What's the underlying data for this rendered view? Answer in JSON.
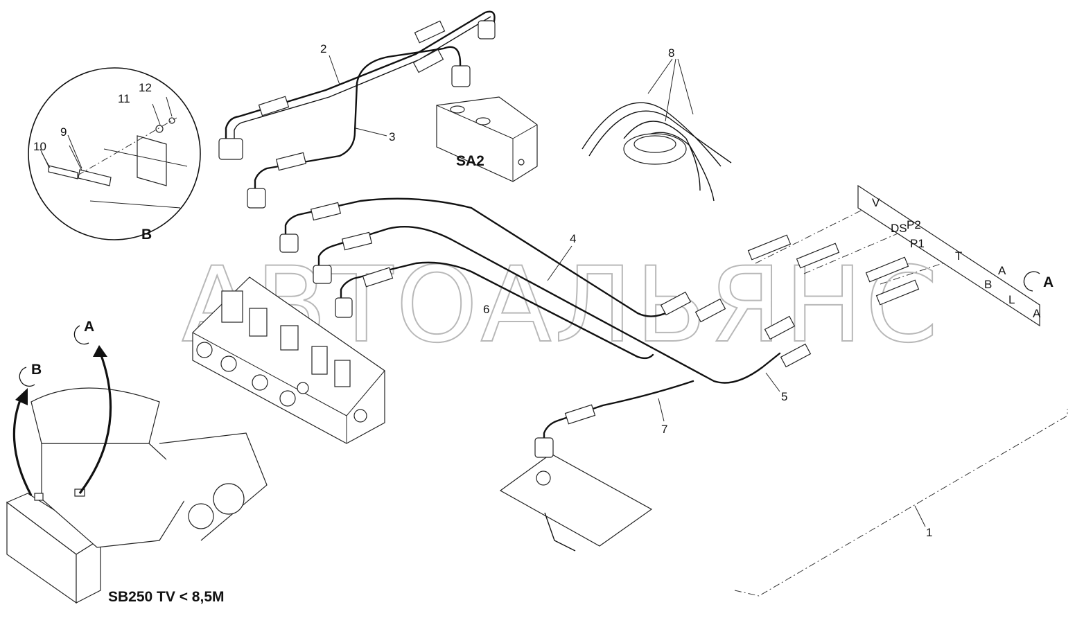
{
  "watermark": "АВТОАЛЬЯНС",
  "model_label": "SB250 TV  < 8,5M",
  "block_label": "SA2",
  "detail_circle_label": "B",
  "callouts": {
    "n1": "1",
    "n2": "2",
    "n3": "3",
    "n4": "4",
    "n5": "5",
    "n6": "6",
    "n7": "7",
    "n8": "8",
    "n9": "9",
    "n10": "10",
    "n11": "11",
    "n12": "12"
  },
  "view_markers": {
    "a_right": "A",
    "a_left": "A",
    "b_left": "B"
  },
  "panel_ports": [
    "V",
    "DS",
    "P2",
    "P1",
    "T",
    "A",
    "B",
    "L",
    "A"
  ]
}
